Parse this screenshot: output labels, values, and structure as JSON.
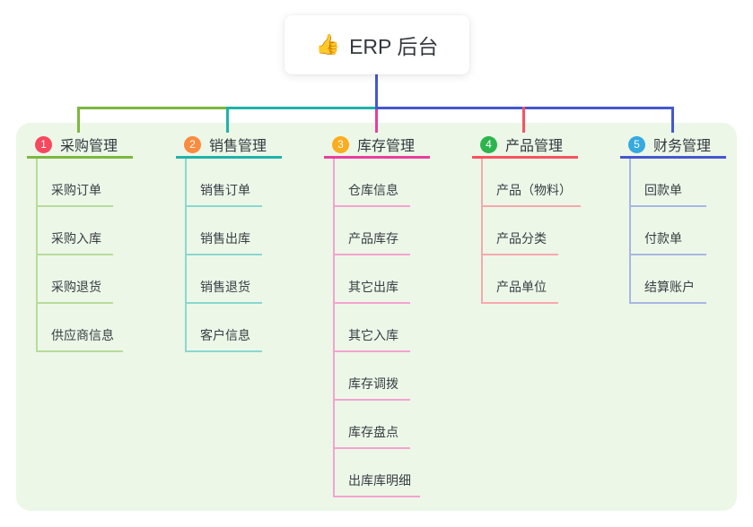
{
  "root": {
    "icon": "👍",
    "label": "ERP 后台"
  },
  "colors": {
    "canvas_bg": "#ecf7e8",
    "trunk_blue": "#4557d0",
    "text_dark": "#34383e"
  },
  "branches": [
    {
      "number": "1",
      "label": "采购管理",
      "badge_color": "#f8485e",
      "line_color": "#7cb83e",
      "child_line_color": "#b7dc9b",
      "children": [
        "采购订单",
        "采购入库",
        "采购退货",
        "供应商信息"
      ]
    },
    {
      "number": "2",
      "label": "销售管理",
      "badge_color": "#fb8b3e",
      "line_color": "#1eb3a8",
      "child_line_color": "#8ad8d0",
      "children": [
        "销售订单",
        "销售出库",
        "销售退货",
        "客户信息"
      ]
    },
    {
      "number": "3",
      "label": "库存管理",
      "badge_color": "#fbac1f",
      "line_color": "#e93e9d",
      "child_line_color": "#f4a3d0",
      "children": [
        "仓库信息",
        "产品库存",
        "其它出库",
        "其它入库",
        "库存调拨",
        "库存盘点",
        "出库库明细"
      ]
    },
    {
      "number": "4",
      "label": "产品管理",
      "badge_color": "#2db54d",
      "line_color": "#f8525f",
      "child_line_color": "#f9a8ad",
      "children": [
        "产品（物料）",
        "产品分类",
        "产品单位"
      ]
    },
    {
      "number": "5",
      "label": "财务管理",
      "badge_color": "#35aae0",
      "line_color": "#4557d0",
      "child_line_color": "#a9b7e2",
      "children": [
        "回款单",
        "付款单",
        "结算账户"
      ]
    }
  ]
}
